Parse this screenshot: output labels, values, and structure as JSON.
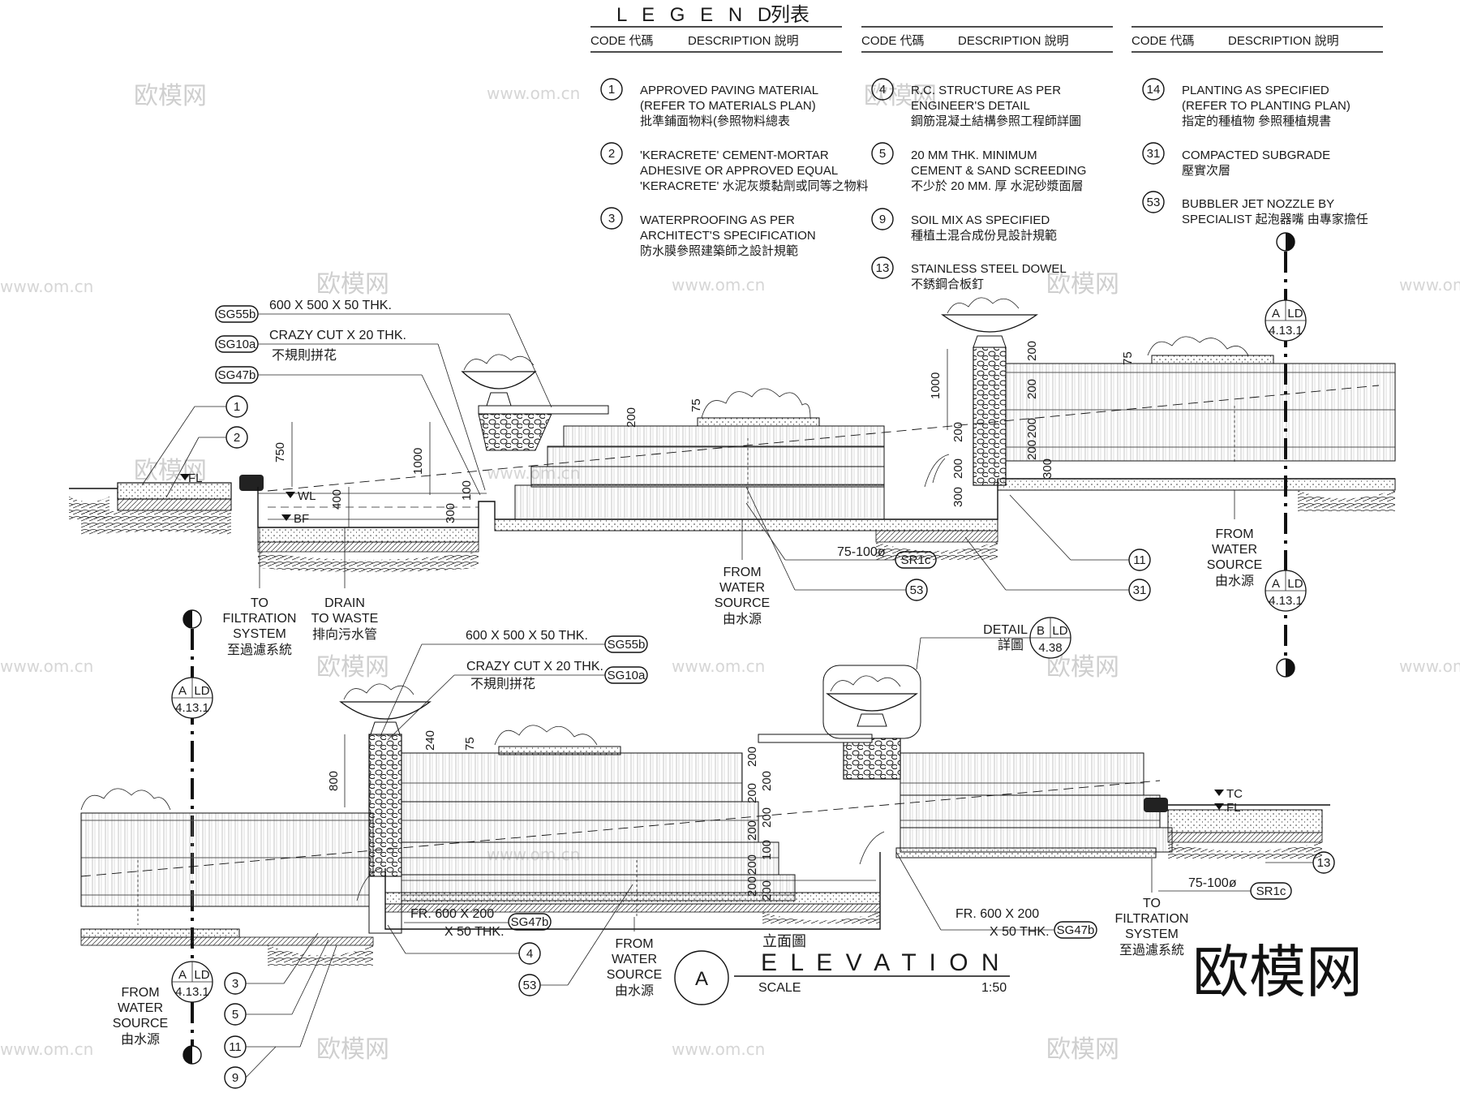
{
  "legend": {
    "title": "L E G E N D",
    "title_zh": "列表",
    "col_code": "CODE 代碼",
    "col_desc": "DESCRIPTION  說明",
    "items": [
      {
        "code": "1",
        "lines": [
          "APPROVED PAVING MATERIAL",
          "(REFER TO MATERIALS PLAN)",
          "批準鋪面物料(參照物料總表"
        ]
      },
      {
        "code": "2",
        "lines": [
          "'KERACRETE' CEMENT-MORTAR",
          "ADHESIVE OR APPROVED EQUAL",
          "'KERACRETE'  水泥灰漿黏劑或同等之物料"
        ]
      },
      {
        "code": "3",
        "lines": [
          "WATERPROOFING AS PER",
          "ARCHITECT'S SPECIFICATION",
          "防水膜參照建築師之設計規範"
        ]
      },
      {
        "code": "4",
        "lines": [
          "R.C. STRUCTURE AS PER",
          "ENGINEER'S DETAIL",
          "鋼筋混凝土結構參照工程師詳圖"
        ]
      },
      {
        "code": "5",
        "lines": [
          "20 MM THK. MINIMUM",
          "CEMENT & SAND SCREEDING",
          "不少於 20 MM.  厚 水泥砂漿面層"
        ]
      },
      {
        "code": "9",
        "lines": [
          "SOIL MIX AS SPECIFIED",
          "種植土混合成份見設計規範"
        ]
      },
      {
        "code": "13",
        "lines": [
          "STAINLESS STEEL DOWEL",
          "不銹鋼合板釘"
        ]
      },
      {
        "code": "14",
        "lines": [
          "PLANTING AS SPECIFIED",
          "(REFER TO PLANTING PLAN)",
          "指定的種植物 參照種植規書"
        ]
      },
      {
        "code": "31",
        "lines": [
          "COMPACTED SUBGRADE",
          "壓實次層"
        ]
      },
      {
        "code": "53",
        "lines": [
          "BUBBLER JET NOZZLE BY",
          "SPECIALIST 起泡器嘴 由專家擔任"
        ]
      }
    ]
  },
  "upper_section": {
    "callouts": [
      {
        "tag": "SG55b",
        "text": "600 X 500 X 50 THK."
      },
      {
        "tag": "SG10a",
        "text": "CRAZY CUT X 20 THK.",
        "text_zh": "不規則拼花"
      },
      {
        "tag": "SG47b",
        "text": ""
      }
    ],
    "level_marks": [
      "FL",
      "WL",
      "BF"
    ],
    "dims": [
      "750",
      "1000",
      "400",
      "300",
      "100",
      "200",
      "75",
      "1000",
      "200",
      "300",
      "200",
      "200",
      "200",
      "200",
      "200",
      "300",
      "75"
    ],
    "pipe": {
      "text": "75-100ø",
      "tag": "SR1c"
    },
    "numbers": [
      "1",
      "2",
      "11",
      "31",
      "53"
    ],
    "notes": [
      {
        "lines": [
          "TO",
          "FILTRATION",
          "SYSTEM",
          "至過濾系統"
        ]
      },
      {
        "lines": [
          "DRAIN",
          "TO WASTE",
          "排向污水管"
        ]
      },
      {
        "lines": [
          "FROM",
          "WATER",
          "SOURCE",
          "由水源"
        ]
      },
      {
        "lines": [
          "FROM",
          "WATER",
          "SOURCE",
          "由水源"
        ]
      }
    ],
    "section_ref": {
      "letter": "A",
      "sheet": "LD",
      "num": "4.13.1"
    }
  },
  "lower_section": {
    "callouts": [
      {
        "tag": "SG55b",
        "text": "600 X 500 X 50 THK."
      },
      {
        "tag": "SG10a",
        "text": "CRAZY CUT X 20 THK.",
        "text_zh": "不規則拼花"
      }
    ],
    "detail": {
      "label": "DETAIL",
      "label_zh": "詳圖",
      "letter": "B",
      "sheet": "LD",
      "num": "4.38"
    },
    "fr_note_1": {
      "lines": [
        "FR. 600 X 200",
        "X 50 THK."
      ],
      "tag": "SG47b"
    },
    "fr_note_2": {
      "lines": [
        "FR. 600 X 200",
        "X 50 THK."
      ],
      "tag": "SG47b"
    },
    "pipe": {
      "text": "75-100ø",
      "tag": "SR1c"
    },
    "level_marks": [
      "TC",
      "FL"
    ],
    "dims": [
      "240",
      "75",
      "800",
      "200",
      "200",
      "200",
      "200",
      "200",
      "200",
      "100",
      "200",
      "200"
    ],
    "numbers": [
      "3",
      "5",
      "11",
      "9",
      "4",
      "53",
      "13"
    ],
    "notes": [
      {
        "lines": [
          "FROM",
          "WATER",
          "SOURCE",
          "由水源"
        ]
      },
      {
        "lines": [
          "FROM",
          "WATER",
          "SOURCE",
          "由水源"
        ]
      },
      {
        "lines": [
          "TO",
          "FILTRATION",
          "SYSTEM",
          "至過濾系統"
        ]
      }
    ]
  },
  "title_block": {
    "letter": "A",
    "title_zh": "立面圖",
    "title": "E L E V A T I O N",
    "scale_label": "SCALE",
    "scale": "1:50"
  },
  "watermarks": {
    "logo": "欧模网",
    "url": "www.om.cn",
    "large": "欧模网"
  }
}
